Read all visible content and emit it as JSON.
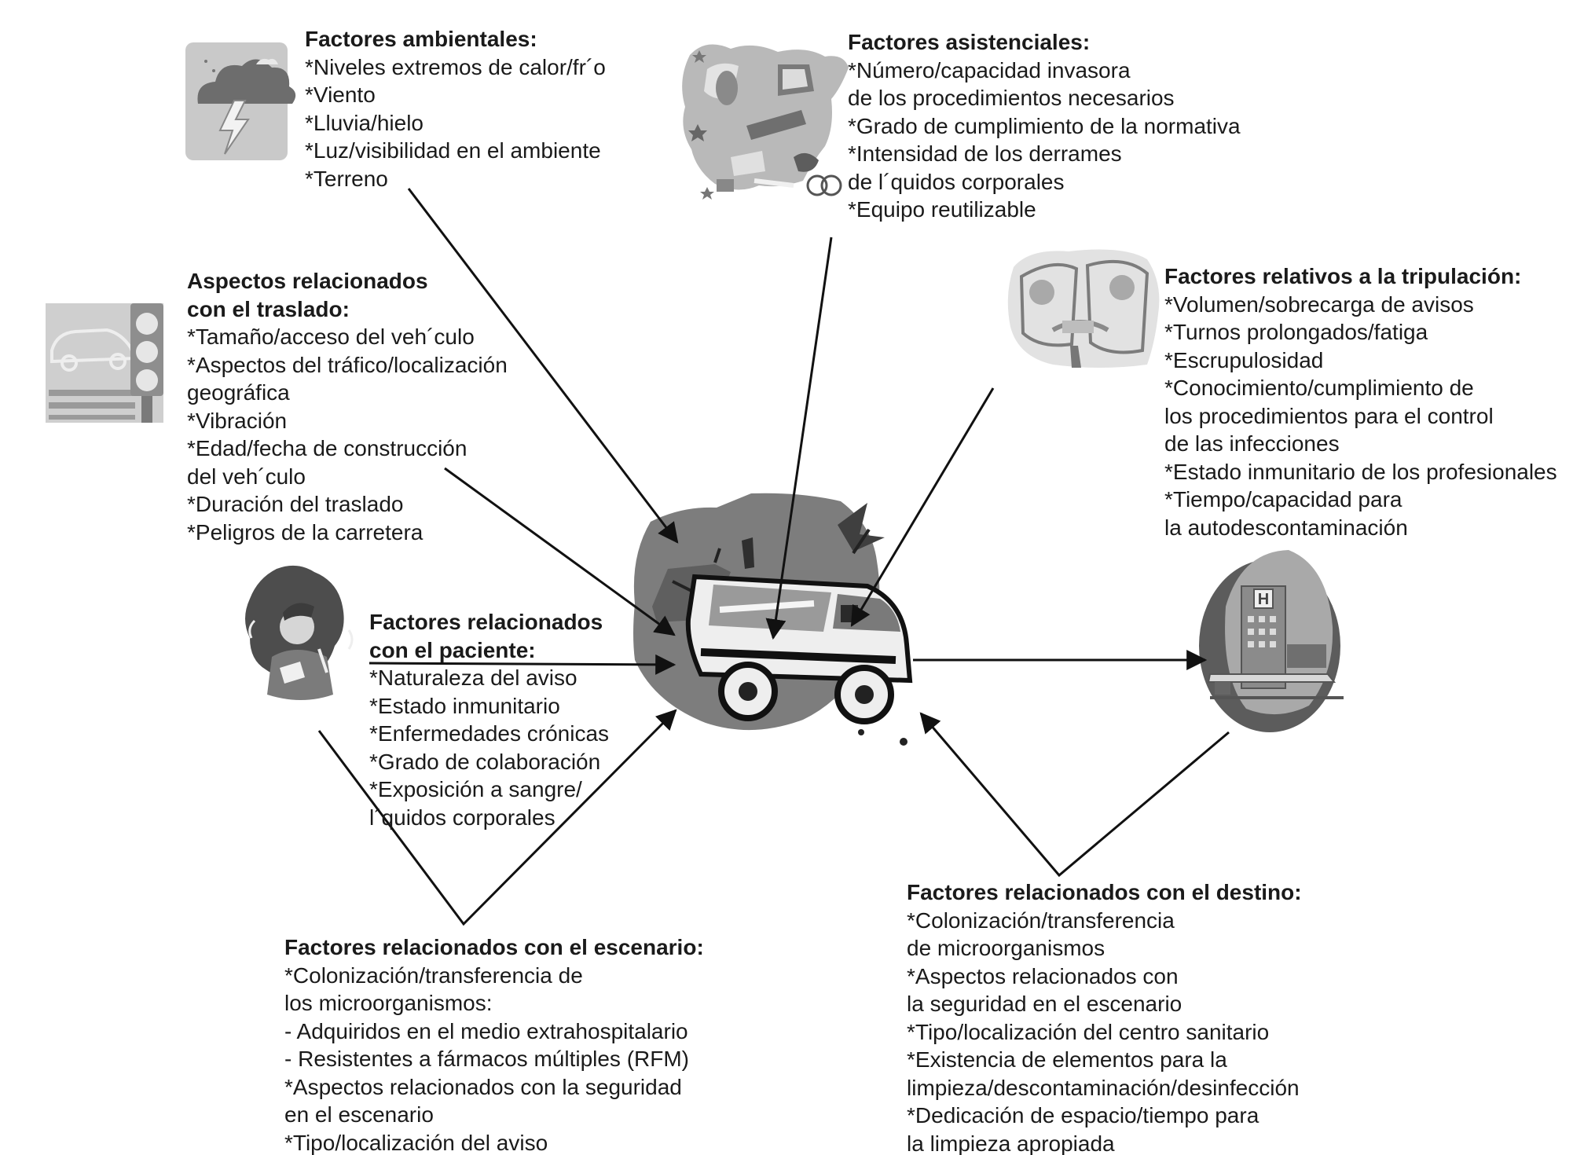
{
  "blocks": {
    "ambientales": {
      "title": "Factores ambientales:",
      "lines": [
        "*Niveles extremos de calor/fr´o",
        "*Viento",
        "*Lluvia/hielo",
        "*Luz/visibilidad en el ambiente",
        "*Terreno"
      ]
    },
    "asistenciales": {
      "title": "Factores asistenciales:",
      "lines": [
        "*Número/capacidad invasora",
        "de los procedimientos necesarios",
        "*Grado de cumplimiento de la normativa",
        "*Intensidad de los derrames",
        "de l´quidos corporales",
        "*Equipo reutilizable"
      ]
    },
    "traslado": {
      "title": "Aspectos relacionados\ncon el traslado:",
      "lines": [
        "*Tamaño/acceso del veh´culo",
        "*Aspectos del tráfico/localización",
        "geográfica",
        "*Vibración",
        "*Edad/fecha de construcción",
        "del veh´culo",
        "*Duración del traslado",
        "*Peligros de la carretera"
      ]
    },
    "tripulacion": {
      "title": "Factores relativos a la tripulación:",
      "lines": [
        "*Volumen/sobrecarga de avisos",
        "*Turnos prolongados/fatiga",
        "*Escrupulosidad",
        "*Conocimiento/cumplimiento de",
        "los procedimientos para el control",
        "de las infecciones",
        "*Estado inmunitario de los profesionales",
        "*Tiempo/capacidad para",
        "la autodescontaminación"
      ]
    },
    "paciente": {
      "title": "Factores relacionados\ncon el paciente:",
      "lines": [
        "*Naturaleza del aviso",
        "*Estado inmunitario",
        "*Enfermedades crónicas",
        "*Grado de colaboración",
        "*Exposición a sangre/",
        "l´quidos corporales"
      ]
    },
    "escenario": {
      "title": "Factores relacionados con el escenario:",
      "lines": [
        "*Colonización/transferencia de",
        "los microorganismos:",
        "- Adquiridos en el medio extrahospitalario",
        "- Resistentes a fármacos múltiples (RFM)",
        "*Aspectos relacionados con la seguridad",
        "en el escenario",
        "*Tipo/localización del aviso"
      ]
    },
    "destino": {
      "title": "Factores relacionados con el destino:",
      "lines": [
        "*Colonización/transferencia",
        "de microorganismos",
        "*Aspectos relacionados con",
        "la seguridad en el escenario",
        "*Tipo/localización del centro sanitario",
        "*Existencia de elementos para la",
        "limpieza/descontaminación/desinfección",
        "*Dedicación de espacio/tiempo para",
        "la limpieza apropiada"
      ]
    }
  },
  "hospital_sign": "H",
  "icons": {
    "storm": "storm-cloud-icon",
    "medical_supplies": "medical-supplies-icon",
    "traffic": "traffic-light-car-icon",
    "crew": "ambulance-crew-icon",
    "patient": "patient-icon",
    "ambulance": "ambulance-icon",
    "hospital": "hospital-icon"
  },
  "colors": {
    "text": "#1a1a1a",
    "arrow": "#111111",
    "icon_dark": "#555555",
    "icon_mid": "#8c8c8c",
    "icon_light": "#c8c8c8"
  }
}
